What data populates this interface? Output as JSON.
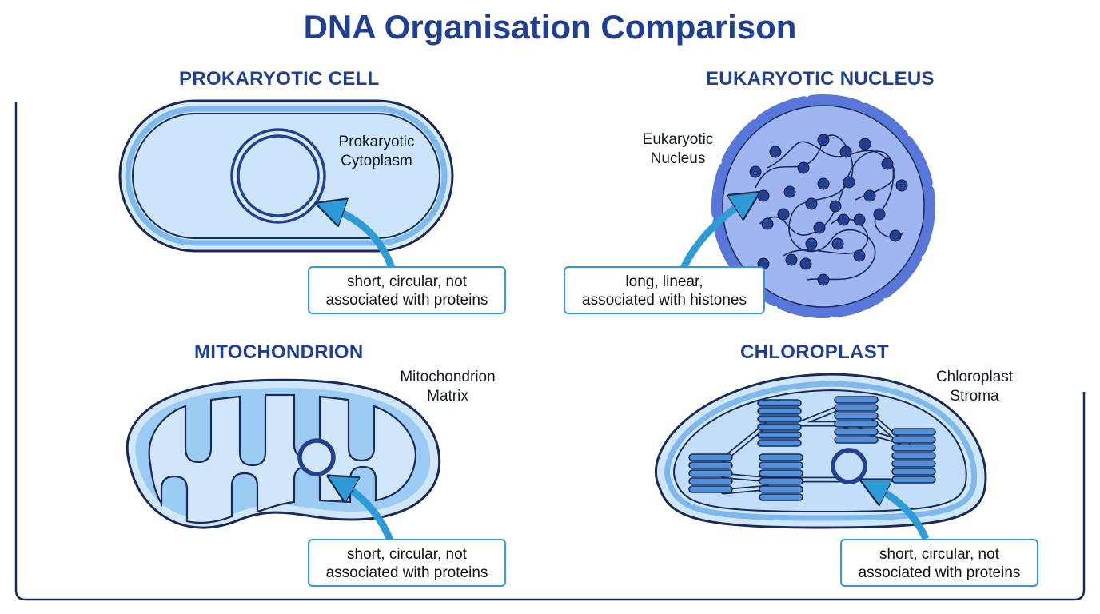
{
  "title": "DNA Organisation Comparison",
  "panels": {
    "prokaryotic": {
      "heading": "PROKARYOTIC CELL",
      "region_line1": "Prokaryotic",
      "region_line2": "Cytoplasm",
      "callout_line1": "short, circular, not",
      "callout_line2": "associated with proteins"
    },
    "eukaryotic": {
      "heading": "EUKARYOTIC NUCLEUS",
      "region_line1": "Eukaryotic",
      "region_line2": "Nucleus",
      "callout_line1": "long, linear,",
      "callout_line2": "associated with histones"
    },
    "mitochondrion": {
      "heading": "MITOCHONDRION",
      "region_line1": "Mitochondrion",
      "region_line2": "Matrix",
      "callout_line1": "short, circular, not",
      "callout_line2": "associated with proteins"
    },
    "chloroplast": {
      "heading": "CHLOROPLAST",
      "region_line1": "Chloroplast",
      "region_line2": "Stroma",
      "callout_line1": "short, circular, not",
      "callout_line2": "associated with proteins"
    }
  },
  "colors": {
    "heading": "#1f3f95",
    "outline": "#1b2a55",
    "cell_fill": "#cfe6fb",
    "cell_border": "#7fb8ea",
    "nucleus_fill": "#8aa6ee",
    "dna": "#23408f",
    "arrow": "#2f9bd6"
  }
}
